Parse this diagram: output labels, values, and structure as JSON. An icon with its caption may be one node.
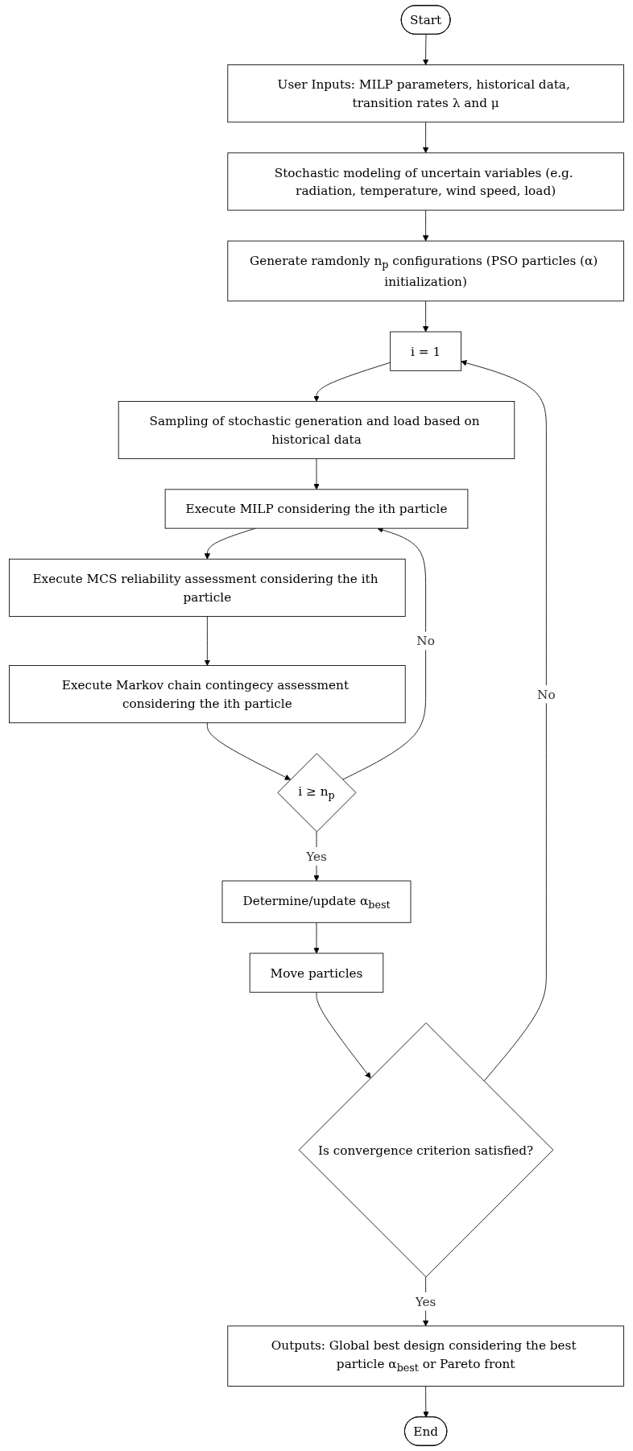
{
  "diagram": {
    "nodes": [
      {
        "text": [
          "Start"
        ]
      },
      {
        "text": [
          "User Inputs: MILP parameters, historical data, transition rates λ and μ"
        ]
      },
      {
        "text": [
          "Stochastic modeling of uncertain variables (e.g. radiation, temperature, wind speed, load)"
        ]
      },
      {
        "text": [
          "Generate ramdonly n$_{p}$ configurations (PSO particles (α) initialization)"
        ]
      },
      {
        "text": [
          "i = 1"
        ]
      },
      {
        "text": [
          "Sampling of stochastic generation and load based on historical data"
        ]
      },
      {
        "text": [
          "Execute MILP considering the ith particle"
        ]
      },
      {
        "text": [
          "Execute MCS reliability assessment considering the ith particle"
        ]
      },
      {
        "text": [
          "Execute Markov chain contingecy assessment considering the ith particle"
        ]
      },
      {
        "text": [
          "i ≥ n$_{p}$"
        ]
      },
      {
        "text": [
          "Determine/update α$_{best}$"
        ]
      },
      {
        "text": [
          "Move particles"
        ]
      },
      {
        "text": [
          "Is convergence criterion satisfied?"
        ]
      },
      {
        "text": [
          "Outputs: Global best design considering the best particle α$_{best}$ or Pareto front"
        ]
      },
      {
        "text": [
          "End"
        ]
      }
    ],
    "edges": [
      {
        "from": 0,
        "to": 1,
        "arrow": "to"
      },
      {
        "from": 1,
        "to": 2,
        "arrow": "to"
      },
      {
        "from": 2,
        "to": 3,
        "arrow": "to"
      },
      {
        "from": 3,
        "to": 4,
        "arrow": "to"
      },
      {
        "from": 4,
        "to": 5,
        "arrow": "to"
      },
      {
        "from": 5,
        "to": 6,
        "arrow": "to"
      },
      {
        "from": 6,
        "to": 7,
        "arrow": "to"
      },
      {
        "from": 7,
        "to": 8,
        "arrow": "to"
      },
      {
        "from": 8,
        "to": 9,
        "arrow": "to"
      },
      {
        "from": 9,
        "to": 6,
        "label": "No",
        "arrow": "to"
      },
      {
        "from": 9,
        "to": 10,
        "label": "Yes",
        "arrow": "to"
      },
      {
        "from": 10,
        "to": 11,
        "arrow": "to"
      },
      {
        "from": 11,
        "to": 12,
        "arrow": "to"
      },
      {
        "from": 12,
        "to": 4,
        "label": "No",
        "arrow": "to"
      },
      {
        "from": 12,
        "to": 13,
        "label": "Yes",
        "arrow": "to"
      },
      {
        "from": 13,
        "to": 14,
        "arrow": "to"
      }
    ]
  }
}
